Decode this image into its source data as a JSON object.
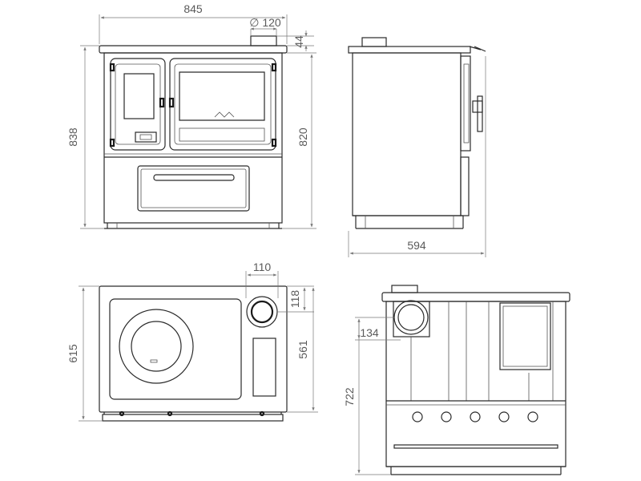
{
  "front_view": {
    "width": "845",
    "flue_diameter": "∅ 120",
    "top_offset": "44",
    "total_height": "838",
    "body_height": "820"
  },
  "side_view": {
    "depth": "594"
  },
  "top_view": {
    "flue_size": "110",
    "flue_offset": "118",
    "total_depth": "615",
    "body_depth": "561"
  },
  "rear_view": {
    "flue_offset": "134",
    "flue_height": "722"
  }
}
